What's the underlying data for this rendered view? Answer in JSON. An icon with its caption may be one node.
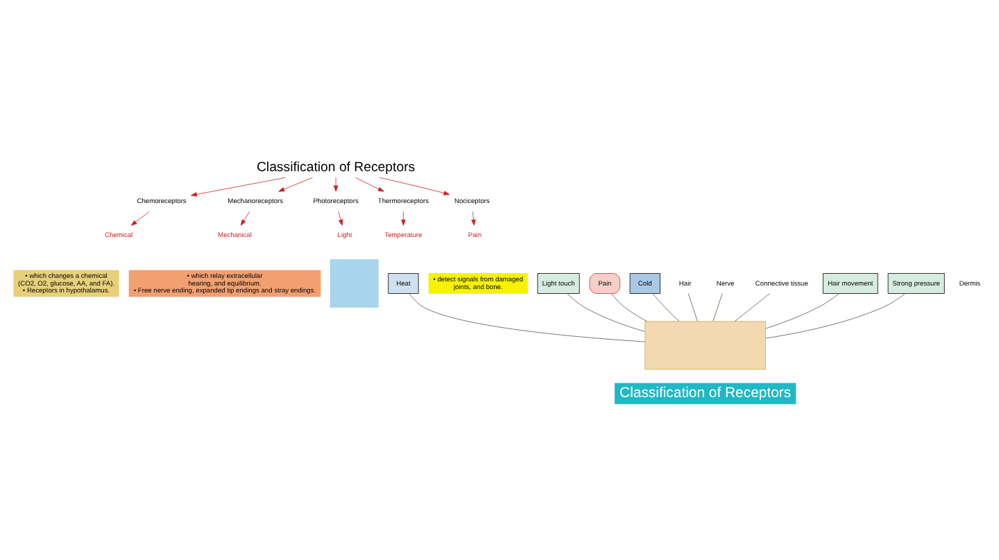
{
  "diagram": {
    "nodes": [
      {
        "text": [
          "Classification of Receptors"
        ]
      },
      {
        "text": [
          "Chemoreceptors"
        ]
      },
      {
        "text": [
          "Mechanoreceptors"
        ]
      },
      {
        "text": [
          "Photoreceptors"
        ]
      },
      {
        "text": [
          "Thermoreceptors"
        ]
      },
      {
        "text": [
          "Nociceptors"
        ]
      },
      {
        "text": [
          "Chemical"
        ]
      },
      {
        "text": [
          "Mechanical"
        ]
      },
      {
        "text": [
          "Light"
        ]
      },
      {
        "text": [
          "Temperature"
        ]
      },
      {
        "text": [
          "Pain"
        ]
      },
      {
        "text": [
          "• which changes a chemical",
          "(CO2, O2, glucose, AA, and FA).",
          "• Receptors in hypothalamus."
        ]
      },
      {
        "text": [
          "• which relay extracellular",
          "hearing, and equilibrium.",
          "• Free nerve ending, expanded tip endings and stray endings."
        ]
      },
      {
        "text": [],
        "shape": "box"
      },
      {
        "text": [
          "• detect signals from damaged",
          "joints, and bone."
        ]
      },
      {
        "text": [],
        "shape": "box"
      },
      {
        "text": [
          "Heat"
        ]
      },
      {
        "text": [
          "Light touch"
        ]
      },
      {
        "text": [
          "Pain"
        ]
      },
      {
        "text": [
          "Cold"
        ]
      },
      {
        "text": [
          "Hair"
        ]
      },
      {
        "text": [
          "Nerve"
        ]
      },
      {
        "text": [
          "Connective tissue"
        ]
      },
      {
        "text": [
          "Hair movement"
        ]
      },
      {
        "text": [
          "Strong pressure"
        ]
      }
    ],
    "edges": [
      {
        "from": 0,
        "to": 1,
        "arrow": "to"
      },
      {
        "from": 0,
        "to": 2,
        "arrow": "to"
      },
      {
        "from": 0,
        "to": 3,
        "arrow": "to"
      },
      {
        "from": 0,
        "to": 4,
        "arrow": "to"
      },
      {
        "from": 0,
        "to": 5,
        "arrow": "to"
      },
      {
        "from": 1,
        "to": 6,
        "arrow": "to"
      },
      {
        "from": 2,
        "to": 7,
        "arrow": "to"
      },
      {
        "from": 3,
        "to": 8,
        "arrow": "to"
      },
      {
        "from": 4,
        "to": 9,
        "arrow": "to"
      },
      {
        "from": 5,
        "to": 10,
        "arrow": "to"
      },
      {
        "from": 16,
        "to": 15,
        "arrow": "none",
        "color": "#555555"
      },
      {
        "from": 17,
        "to": 15,
        "arrow": "none",
        "color": "#555555"
      },
      {
        "from": 18,
        "to": 15,
        "arrow": "none",
        "color": "#555555"
      },
      {
        "from": 19,
        "to": 15,
        "arrow": "none",
        "color": "#555555"
      },
      {
        "from": 20,
        "to": 15,
        "arrow": "none",
        "color": "#555555"
      },
      {
        "from": 21,
        "to": 15,
        "arrow": "none",
        "color": "#555555"
      },
      {
        "from": 22,
        "to": 15,
        "arrow": "none",
        "color": "#555555"
      },
      {
        "from": 23,
        "to": 15,
        "arrow": "none",
        "color": "#555555"
      },
      {
        "from": 24,
        "to": 15,
        "arrow": "none",
        "color": "#555555"
      }
    ],
    "labels": [
      "Dermis",
      "Classification of Receptors"
    ]
  }
}
